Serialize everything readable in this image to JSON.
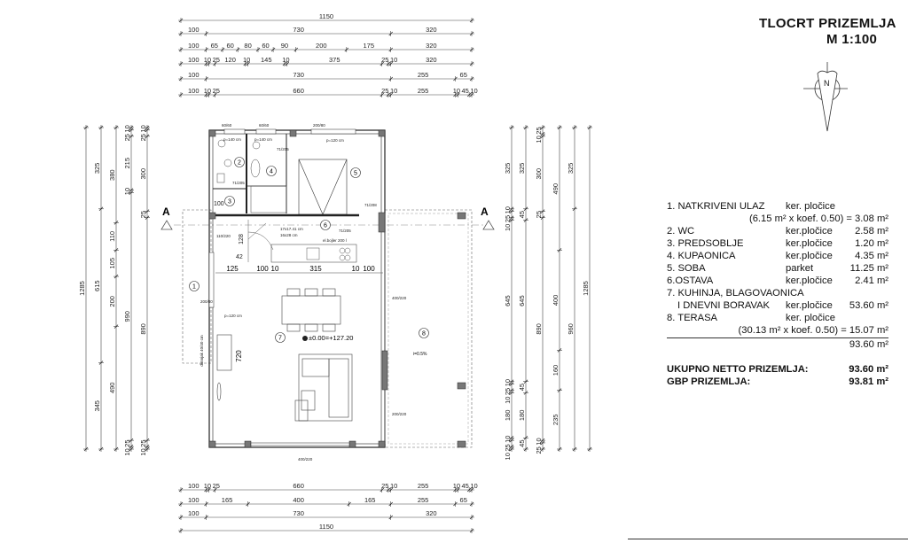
{
  "title": {
    "main": "TLOCRT  PRIZEMLJA",
    "scale": "M 1:100"
  },
  "north_arrow": {
    "label": "N"
  },
  "section_marker": {
    "label": "A"
  },
  "dimensions": {
    "top": [
      [
        1150
      ],
      [
        100,
        730,
        320
      ],
      [
        100,
        65,
        60,
        80,
        60,
        90,
        200,
        175,
        320
      ],
      [
        100,
        10,
        25,
        120,
        10,
        145,
        10,
        375,
        25,
        10,
        320
      ],
      [
        100,
        730,
        255,
        65
      ],
      [
        100,
        10,
        25,
        660,
        25,
        10,
        255,
        10,
        45,
        10
      ]
    ],
    "bottom": [
      [
        100,
        10,
        25,
        660,
        25,
        10,
        255,
        10,
        45,
        10
      ],
      [
        100,
        165,
        400,
        165,
        255,
        65
      ],
      [
        100,
        730,
        320
      ],
      [
        1150
      ]
    ],
    "left": [
      [
        1285
      ],
      [
        325,
        615,
        345
      ],
      [
        380,
        110,
        105,
        200,
        490
      ],
      [
        10,
        25,
        215,
        10,
        990,
        25,
        10
      ],
      [
        10,
        25,
        300,
        25,
        890,
        25,
        10
      ]
    ],
    "right": [
      [
        325,
        10,
        25,
        10,
        645,
        10,
        25,
        10,
        180,
        10,
        25,
        10
      ],
      [
        325,
        45,
        645,
        45,
        180,
        45
      ],
      [
        25,
        10,
        300,
        25,
        890,
        10,
        25
      ],
      [
        490,
        400,
        160,
        235
      ],
      [
        325,
        960
      ],
      [
        1285
      ]
    ]
  },
  "plan": {
    "rooms": [
      "1",
      "2",
      "3",
      "4",
      "5",
      "6",
      "7",
      "8"
    ],
    "notes": {
      "wc_window": "p=140 cm",
      "bath_window": "p=140 cm",
      "room_window": "p=120 cm",
      "entry_window": "p=120 cm",
      "stair1": "17x17.41 cm",
      "stair2": "16x28 cm",
      "boiler": "el.bojler 200 l",
      "level": "±0.00=+127.20",
      "slope": "i=0.5%",
      "chimney": "dimnjak 40/40 cm",
      "wall_720": "720",
      "dim_128": "128",
      "dim_42": "42",
      "dim_100": "100",
      "door_bath": "71/205",
      "door_wc": "71/205",
      "door_room": "71/208",
      "door_store": "71/205",
      "door_entry": "110/220",
      "win_entry": "200/80",
      "win_room": "200/80",
      "win_wc": "60/60",
      "win_bath": "60/60",
      "terrace_door1": "400/220",
      "terrace_door2": "200/220",
      "south_door": "400/220"
    },
    "kitchen_dims": [
      "125",
      "100",
      "10",
      "315",
      "10",
      "100"
    ]
  },
  "legend": {
    "rows": [
      {
        "name": "1. NATKRIVENI ULAZ",
        "material": "ker. pločice",
        "area": ""
      },
      {
        "sub": "(6.15 m² x koef. 0.50) =  3.08 m²"
      },
      {
        "name": "2. WC",
        "material": "ker.pločice",
        "area": "2.58 m²"
      },
      {
        "name": "3. PREDSOBLJE",
        "material": "ker.pločice",
        "area": "1.20 m²"
      },
      {
        "name": "4. KUPAONICA",
        "material": "ker.pločice",
        "area": "4.35 m²"
      },
      {
        "name": "5. SOBA",
        "material": "parket",
        "area": "11.25 m²"
      },
      {
        "name": "6.OSTAVA",
        "material": "ker.pločice",
        "area": "2.41 m²"
      },
      {
        "name": "7. KUHINJA, BLAGOVAONICA",
        "material": "",
        "area": ""
      },
      {
        "name": "I DNEVNI BORAVAK",
        "material": "ker.pločice",
        "area": "53.60 m²",
        "indent": true
      },
      {
        "name": "8. TERASA",
        "material": "ker. pločice",
        "area": ""
      },
      {
        "sub": "(30.13 m² x koef. 0.50) = 15.07 m²"
      }
    ],
    "subtotal": "93.60 m²",
    "net_label": "UKUPNO NETTO PRIZEMLJA:",
    "net_value": "93.60 m²",
    "gross_label": "GBP PRIZEMLJA:",
    "gross_value": "93.81 m²"
  }
}
